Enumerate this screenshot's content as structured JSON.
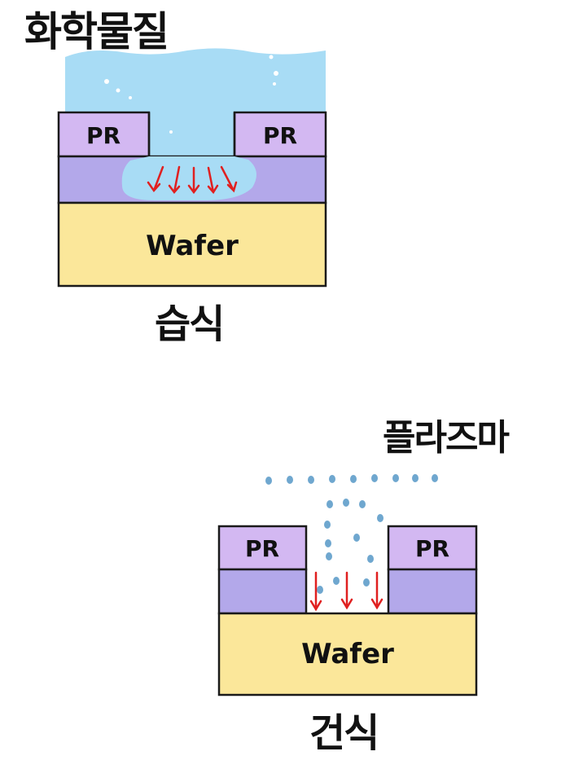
{
  "wet": {
    "chemical_label": "화학물질",
    "pr_left": "PR",
    "pr_right": "PR",
    "wafer": "Wafer",
    "caption": "습식"
  },
  "dry": {
    "plasma_label": "플라즈마",
    "pr_left": "PR",
    "pr_right": "PR",
    "wafer": "Wafer",
    "caption": "건식"
  },
  "colors": {
    "chemical": "#A8DCF5",
    "pr": "#D3B8F2",
    "film": "#B3A8EA",
    "wafer": "#FBE79A",
    "arrow": "#E02020",
    "plasma_dot": "#6FA7CF",
    "outline": "#1A1A1A"
  }
}
